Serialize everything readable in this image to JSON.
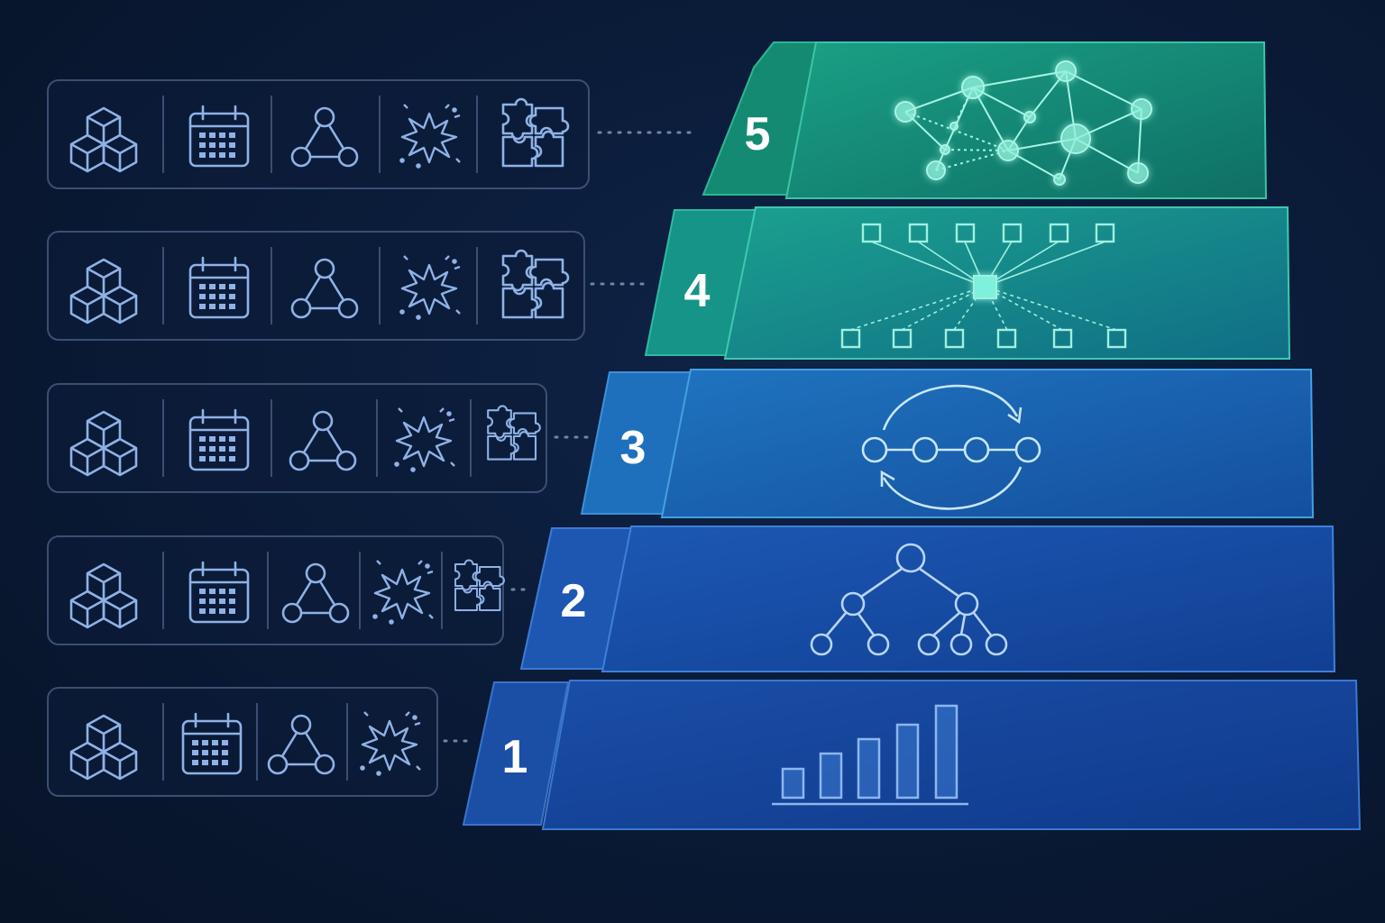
{
  "levels": [
    {
      "number": "1",
      "icons": [
        "cubes-icon",
        "calendar-icon",
        "triangle-nodes-icon",
        "burst-icon"
      ],
      "illustration": "bar-chart-icon",
      "color": "#1a4fa8"
    },
    {
      "number": "2",
      "icons": [
        "cubes-icon",
        "calendar-icon",
        "triangle-nodes-icon",
        "burst-icon",
        "puzzle-icon"
      ],
      "illustration": "tree-hierarchy-icon",
      "color": "#1b55b0"
    },
    {
      "number": "3",
      "icons": [
        "cubes-icon",
        "calendar-icon",
        "triangle-nodes-icon",
        "burst-icon",
        "puzzle-icon"
      ],
      "illustration": "cycle-chain-icon",
      "color": "#1d6db5"
    },
    {
      "number": "4",
      "icons": [
        "cubes-icon",
        "calendar-icon",
        "triangle-nodes-icon",
        "burst-icon",
        "puzzle-icon"
      ],
      "illustration": "hub-spoke-icon",
      "color": "#16907f"
    },
    {
      "number": "5",
      "icons": [
        "cubes-icon",
        "calendar-icon",
        "triangle-nodes-icon",
        "burst-icon",
        "puzzle-icon"
      ],
      "illustration": "network-graph-icon",
      "color": "#148a72"
    }
  ],
  "colors": {
    "background": "#0a1a36",
    "icon_stroke": "#8fb2e6",
    "teal_glow": "#7ff0dc",
    "level_text": "#ffffff"
  }
}
